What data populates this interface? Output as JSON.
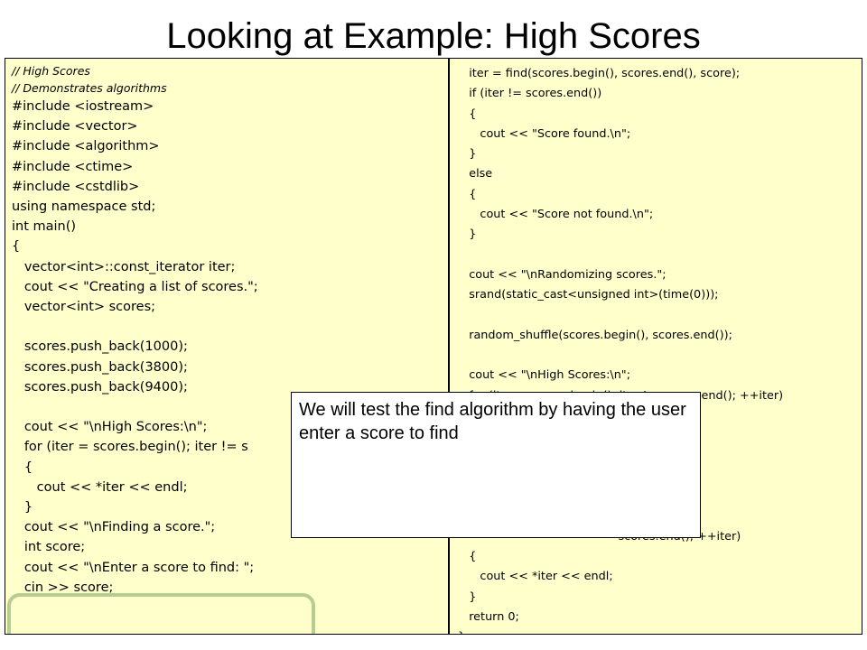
{
  "slide": {
    "title": "Looking at Example: High Scores",
    "callout": "We will test the find algorithm by having the user enter a score to find"
  },
  "left_code": [
    {
      "text": "// High Scores",
      "comment": true
    },
    {
      "text": "// Demonstrates algorithms",
      "comment": true
    },
    {
      "text": "#include <iostream>"
    },
    {
      "text": "#include <vector>"
    },
    {
      "text": "#include <algorithm>"
    },
    {
      "text": "#include <ctime>"
    },
    {
      "text": "#include <cstdlib>"
    },
    {
      "text": "using namespace std;"
    },
    {
      "text": "int main()"
    },
    {
      "text": "{"
    },
    {
      "text": "   vector<int>::const_iterator iter;"
    },
    {
      "text": "   cout << \"Creating a list of scores.\";"
    },
    {
      "text": "   vector<int> scores;"
    },
    {
      "text": ""
    },
    {
      "text": "   scores.push_back(1000);"
    },
    {
      "text": "   scores.push_back(3800);"
    },
    {
      "text": "   scores.push_back(9400);"
    },
    {
      "text": ""
    },
    {
      "text": "   cout << \"\\nHigh Scores:\\n\";"
    },
    {
      "text": "   for (iter = scores.begin(); iter != s"
    },
    {
      "text": "   {"
    },
    {
      "text": "      cout << *iter << endl;"
    },
    {
      "text": "   }"
    },
    {
      "text": "   cout << \"\\nFinding a score.\";"
    },
    {
      "text": "   int score;"
    },
    {
      "text": "   cout << \"\\nEnter a score to find: \";"
    },
    {
      "text": "   cin >> score;"
    }
  ],
  "right_code": [
    "   iter = find(scores.begin(), scores.end(), score);",
    "   if (iter != scores.end())",
    "   {",
    "      cout << \"Score found.\\n\";",
    "   }",
    "   else",
    "   {",
    "      cout << \"Score not found.\\n\";",
    "   }",
    "",
    "   cout << \"\\nRandomizing scores.\";",
    "   srand(static_cast<unsigned int>(time(0)));",
    "",
    "   random_shuffle(scores.begin(), scores.end());",
    "",
    "   cout << \"\\nHigh Scores:\\n\";",
    "   for (iter = scores.begin(); iter != scores.end(); ++iter)",
    "   {",
    "",
    "",
    "                                         ));",
    "",
    "",
    "                                        = scores.end(); ++iter)",
    "   {",
    "      cout << *iter << endl;",
    "   }",
    "   return 0;",
    "}"
  ]
}
